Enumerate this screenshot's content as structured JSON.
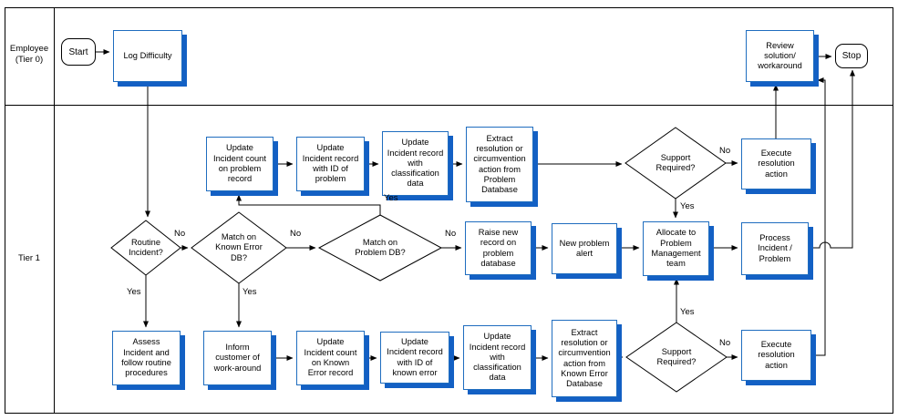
{
  "diagram": {
    "lanes": [
      {
        "label": "Employee\n(Tier 0)"
      },
      {
        "label": "Tier 1"
      }
    ],
    "edge_labels": {
      "yes": "Yes",
      "no": "No"
    },
    "colors": {
      "shape_border": "#1f6dbf",
      "shape_shadow": "#1360c4",
      "connector": "#000000",
      "lane_border": "#000000"
    },
    "nodes": {
      "start": {
        "label": "Start"
      },
      "log_difficulty": {
        "label": "Log Difficulty"
      },
      "review_solution": {
        "label": "Review\nsolution/\nworkaround"
      },
      "stop": {
        "label": "Stop"
      },
      "update_incident_count_problem": {
        "label": "Update\nIncident count\non problem\nrecord"
      },
      "update_incident_id_problem": {
        "label": "Update\nIncident record\nwith ID of\nproblem"
      },
      "update_incident_classification_top": {
        "label": "Update\nIncident record\nwith\nclassification\ndata"
      },
      "extract_resolution_problem": {
        "label": "Extract\nresolution or\ncircumvention\naction from\nProblem\nDatabase"
      },
      "support_required_top": {
        "label": "Support\nRequired?"
      },
      "execute_resolution_top": {
        "label": "Execute\nresolution\naction"
      },
      "routine_incident": {
        "label": "Routine\nIncident?"
      },
      "match_known_error_db": {
        "label": "Match on\nKnown Error\nDB?"
      },
      "match_problem_db": {
        "label": "Match on\nProblem DB?"
      },
      "raise_new_record": {
        "label": "Raise new\nrecord on\nproblem\ndatabase"
      },
      "new_problem_alert": {
        "label": "New problem\nalert"
      },
      "allocate_team": {
        "label": "Allocate to\nProblem\nManagement\nteam"
      },
      "process_incident_problem": {
        "label": "Process\nIncident /\nProblem"
      },
      "assess_incident": {
        "label": "Assess\nIncident and\nfollow routine\nprocedures"
      },
      "inform_customer": {
        "label": "Inform\ncustomer of\nwork-around"
      },
      "update_count_known_error": {
        "label": "Update\nIncident count\non Known\nError record"
      },
      "update_id_known_error": {
        "label": "Update\nIncident record\nwith ID of\nknown error"
      },
      "update_classification_bottom": {
        "label": "Update\nIncident record\nwith\nclassification\ndata"
      },
      "extract_resolution_known_error": {
        "label": "Extract\nresolution or\ncircumvention\naction from\nKnown Error\nDatabase"
      },
      "support_required_bottom": {
        "label": "Support\nRequired?"
      },
      "execute_resolution_bottom": {
        "label": "Execute\nresolution\naction"
      }
    }
  }
}
